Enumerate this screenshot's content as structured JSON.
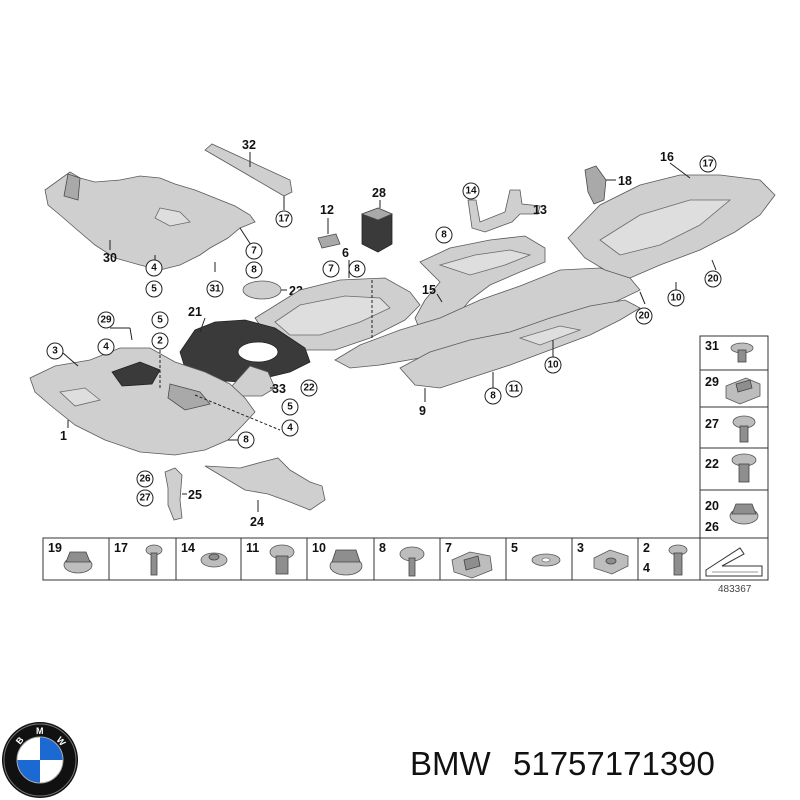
{
  "caption": {
    "brand": "BMW",
    "part_number": "51757171390"
  },
  "diagram_ref": "483367",
  "logo": {
    "name": "bmw-roundel",
    "text": "BMW",
    "colors": [
      "#1c69d4",
      "#ffffff",
      "#111111"
    ]
  },
  "callouts": {
    "n32": "32",
    "n28": "28",
    "n12": "12",
    "n6": "6",
    "n14": "14",
    "n13": "13",
    "n16": "16",
    "n17a": "17",
    "n17b": "17",
    "n18": "18",
    "n30": "30",
    "n4a": "4",
    "n5a": "5",
    "n31": "31",
    "n7a": "7",
    "n8a": "8",
    "n7b": "7",
    "n8b": "8",
    "n23": "23",
    "n8c": "8",
    "n15": "15",
    "n20a": "20",
    "n10a": "10",
    "n20b": "20",
    "n21": "21",
    "n29": "29",
    "n4b": "4",
    "n3": "3",
    "n5b": "5",
    "n2": "2",
    "n1": "1",
    "n33": "33",
    "n22": "22",
    "n5c": "5",
    "n4c": "4",
    "n8d": "8",
    "n10b": "10",
    "n9": "9",
    "n8e": "8",
    "n11": "11",
    "n26": "26",
    "n27": "27",
    "n25": "25",
    "n24": "24"
  },
  "legend_side": {
    "r31": "31",
    "r29": "29",
    "r27": "27",
    "r22": "22",
    "r20": "20",
    "r26": "26"
  },
  "legend_bottom": {
    "b19": "19",
    "b17": "17",
    "b14": "14",
    "b11": "11",
    "b10": "10",
    "b8": "8",
    "b7": "7",
    "b5": "5",
    "b3": "3",
    "b2": "2",
    "b4": "4"
  }
}
